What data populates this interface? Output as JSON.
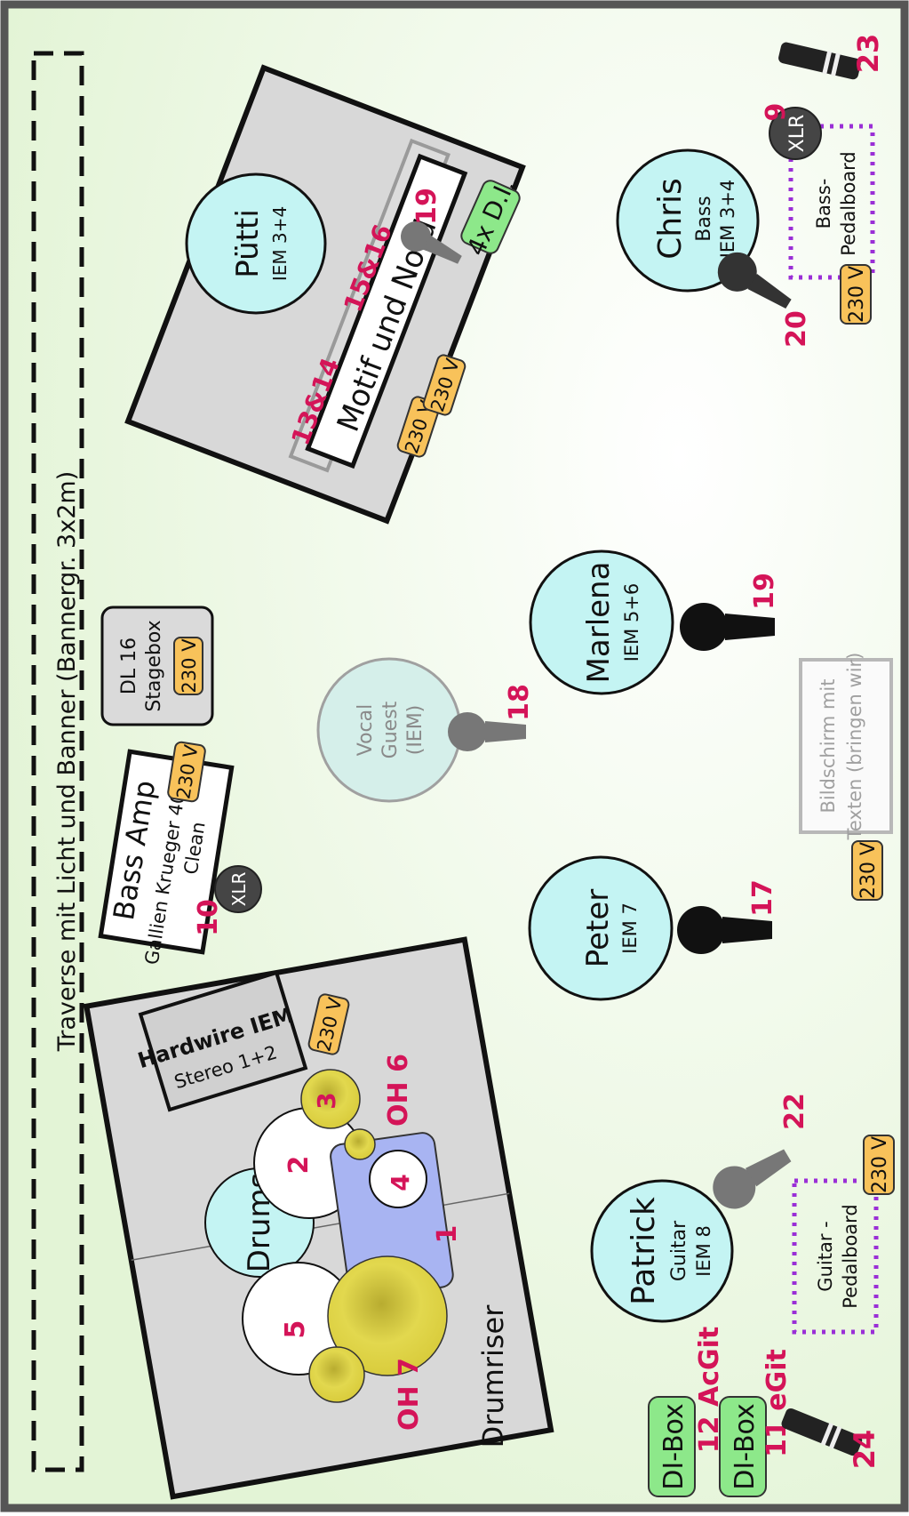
{
  "banner": {
    "label": "Traverse mit Licht und Banner (Bannergr. 3x2m)"
  },
  "drumriser": {
    "label": "Drumriser",
    "hardwire": {
      "title": "Hardwire IEM",
      "subtitle": "Stereo 1+2"
    },
    "drums_label": "Drums",
    "drum_numbers": {
      "kick": "1",
      "tom2": "2",
      "cymbal3": "3",
      "tom4": "4",
      "floor5": "5"
    },
    "oh6": "OH 6",
    "oh7": "OH 7",
    "power": "230 V"
  },
  "bass_amp": {
    "title": "Bass Amp",
    "model": "Gallien Krueger 400RB",
    "mode": "Clean",
    "power": "230 V",
    "channel": "10",
    "xlr": "XLR"
  },
  "stagebox": {
    "line1": "DL 16",
    "line2": "Stagebox",
    "power": "230 V"
  },
  "keys": {
    "name": "Pütti",
    "iem": "IEM 3+4",
    "keyboard": "Motif und Nord",
    "ch_left": "13&14",
    "ch_right": "15&16",
    "mic_channel": "19",
    "di_box": "4x D.I.",
    "power1": "230 V",
    "power2": "230 V"
  },
  "musicians": {
    "chris": {
      "name": "Chris",
      "role": "Bass",
      "iem": "IEM 3+4"
    },
    "marlena": {
      "name": "Marlena",
      "iem": "IEM 5+6"
    },
    "vocal_guest": {
      "line1": "Vocal",
      "line2": "Guest",
      "line3": "(IEM)"
    },
    "peter": {
      "name": "Peter",
      "iem": "IEM 7"
    },
    "patrick": {
      "name": "Patrick",
      "role": "Guitar",
      "iem": "IEM 8"
    }
  },
  "bass_pedalboard": {
    "line1": "Bass-",
    "line2": "Pedalboard",
    "xlr": "XLR",
    "channel": "9",
    "power": "230 V"
  },
  "guitar_pedalboard": {
    "line1": "Guitar -",
    "line2": "Pedalboard",
    "power": "230 V"
  },
  "screen": {
    "line1": "Bildschirm mit",
    "line2": "Texten (bringen wir)",
    "power": "230 V"
  },
  "mics": {
    "m23": "23",
    "m20": "20",
    "m19": "19",
    "m18": "18",
    "m17": "17",
    "m22": "22",
    "m24": "24"
  },
  "di_boxes": [
    {
      "label": "DI-Box",
      "channel": "12 AcGit"
    },
    {
      "label": "DI-Box",
      "channel": "11 eGit"
    }
  ],
  "colors": {
    "accent_red": "#d41458",
    "person_fill": "#c4f4f3",
    "power_fill": "#f8c25a",
    "di_fill": "#8de88a",
    "cymbal_fill": "#e0d44a",
    "pedalboard_border": "#9a2fd6",
    "riser_fill": "#d8d8d8"
  }
}
